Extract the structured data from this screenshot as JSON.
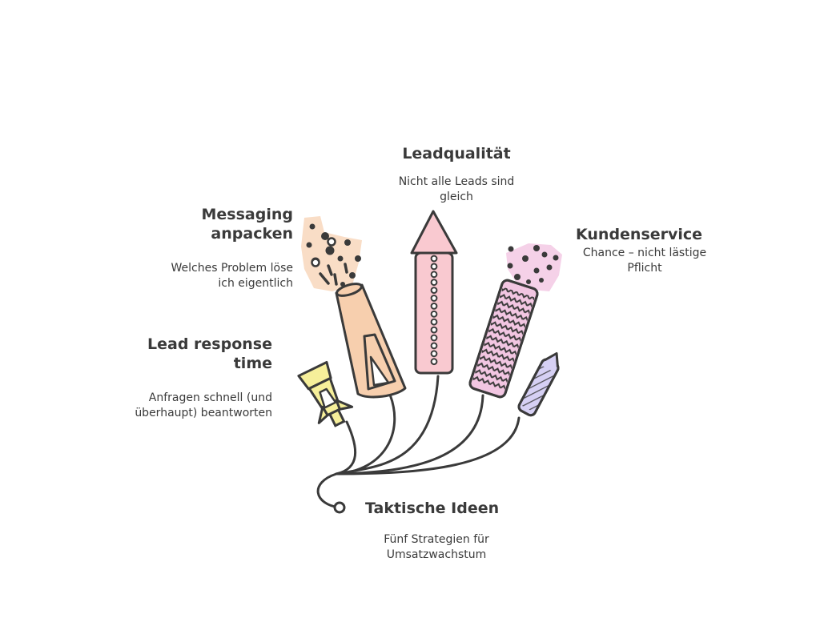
{
  "center": {
    "title": "Taktische Ideen",
    "subtitle_lines": [
      "Fünf Strategien für",
      "Umsatzwachstum"
    ]
  },
  "branches": [
    {
      "id": "leadqualitaet",
      "title_lines": [
        "Leadqualität"
      ],
      "subtitle_lines": [
        "Nicht alle Leads sind",
        "gleich"
      ],
      "color": "#f9c9d0"
    },
    {
      "id": "messaging",
      "title_lines": [
        "Messaging",
        "anpacken"
      ],
      "subtitle_lines": [
        "Welches Problem löse",
        "ich eigentlich"
      ],
      "color": "#f7cfae"
    },
    {
      "id": "kundenservice",
      "title_lines": [
        "Kundenservice"
      ],
      "subtitle_lines": [
        "Chance – nicht lästige",
        "Pflicht"
      ],
      "color": "#f2c6e2"
    },
    {
      "id": "lead-response",
      "title_lines": [
        "Lead response",
        "time"
      ],
      "subtitle_lines": [
        "Anfragen schnell (und",
        "überhaupt) beantworten"
      ],
      "color": "#f6ef9a"
    },
    {
      "id": "fifth",
      "color": "#d6d0f4"
    }
  ],
  "colors": {
    "outline": "#3a3a3a",
    "text": "#3a3a3a"
  },
  "icons": [
    "firework-rocket-icon",
    "sparkle-burst-icon",
    "fuse-icon"
  ]
}
